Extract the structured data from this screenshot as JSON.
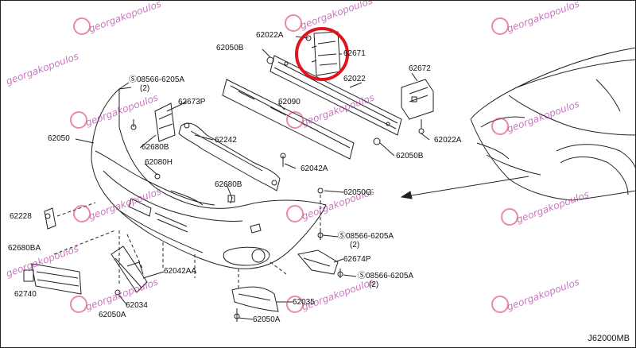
{
  "diagram_code": "J62000MB",
  "watermark": "georgakopoulos",
  "highlight_color": "#e0141e",
  "parts": {
    "p62022A_top": "62022A",
    "p62671": "62671",
    "p62050B_top": "62050B",
    "p62672": "62672",
    "p62022": "62022",
    "p08566_top": "Ⓢ08566-6205A",
    "p08566_top_qty": "(2)",
    "p62090": "62090",
    "p62673P": "62673P",
    "p62050": "62050",
    "p62680B_a": "62680B",
    "p62242": "62242",
    "p62022A_right": "62022A",
    "p62050B_right": "62050B",
    "p62080H": "62080H",
    "p62042A": "62042A",
    "p62680B_b": "62680B",
    "p62050G": "62050G",
    "p62228": "62228",
    "p08566_mid": "Ⓢ08566-6205A",
    "p08566_mid_qty": "(2)",
    "p62680BA": "62680BA",
    "p62674P": "62674P",
    "p62042AA": "62042AA",
    "p08566_low": "Ⓢ08566-6205A",
    "p08566_low_qty": "(2)",
    "p62740": "62740",
    "p62034": "62034",
    "p62035": "62035",
    "p62050A_left": "62050A",
    "p62050A_bottom": "62050A"
  }
}
